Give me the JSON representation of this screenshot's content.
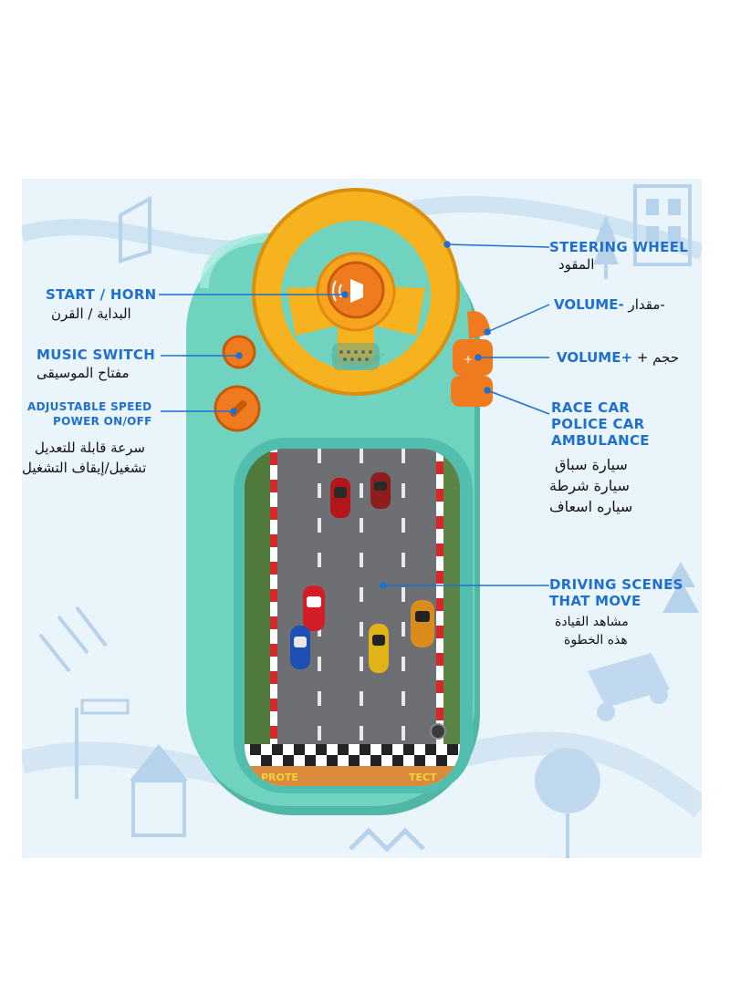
{
  "labels": {
    "steering_wheel": {
      "en": "STEERING WHEEL",
      "ar": "المقود"
    },
    "start_horn": {
      "en": "START / HORN",
      "ar": "البداية / القرن"
    },
    "volume_minus": {
      "en": "VOLUME-",
      "ar": "مقدار-"
    },
    "volume_plus": {
      "en": "VOLUME+",
      "ar": "+ حجم"
    },
    "music_switch": {
      "en": "MUSIC SWITCH",
      "ar": "مفتاح الموسيقى"
    },
    "adjustable_speed": {
      "en_line1": "ADJUSTABLE SPEED",
      "en_line2": "POWER ON/OFF",
      "ar_line1": "سرعة قابلة للتعديل",
      "ar_line2": "تشغيل/إيقاف التشغيل"
    },
    "cars": {
      "en_line1": "RACE CAR",
      "en_line2": "POLICE CAR",
      "en_line3": "AMBULANCE",
      "ar_line1": "سيارة سباق",
      "ar_line2": "سيارة شرطة",
      "ar_line3": "سياره اسعاف"
    },
    "driving_scenes": {
      "en_line1": "DRIVING SCENES",
      "en_line2": "THAT MOVE",
      "ar_line1": "مشاهد القيادة",
      "ar_line2": "هذه الخطوة"
    }
  },
  "track_banner": {
    "left": "PROTE",
    "right": "TECT"
  },
  "colors": {
    "label_blue": "#1f6fd1",
    "toy_body": "#6fd3c0",
    "wheel_yellow": "#f7b21f",
    "button_orange": "#f07b1e",
    "road": "#6d6f73",
    "background": "#eaf4fb"
  }
}
